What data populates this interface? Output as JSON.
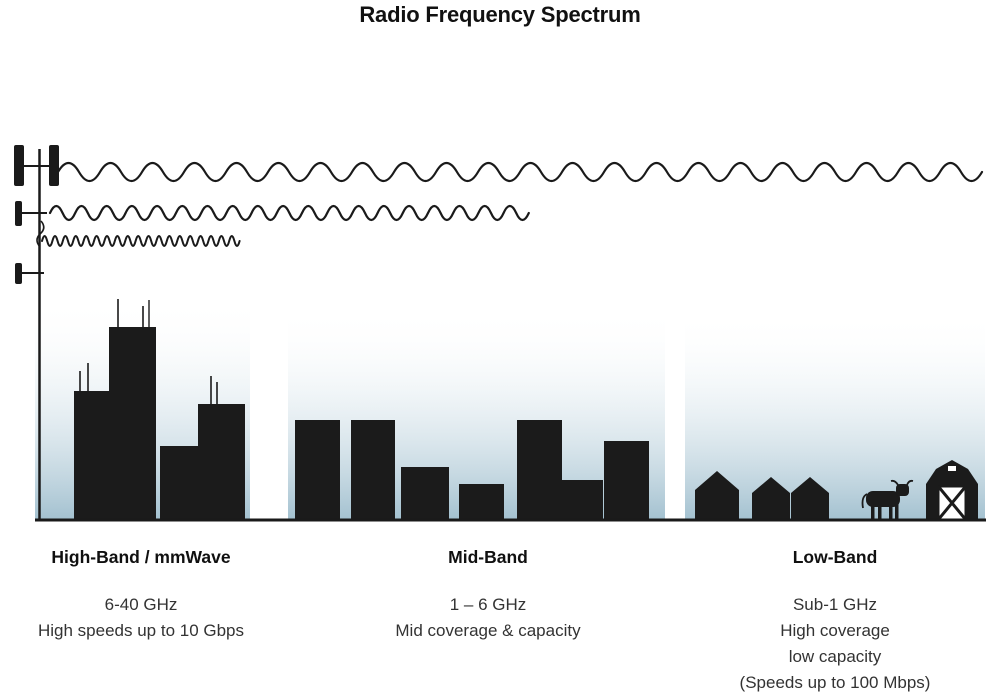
{
  "title": "Radio Frequency Spectrum",
  "bands": [
    {
      "name": "High-Band / mmWave",
      "frequency": "6-40 GHz",
      "lines": [
        "High speeds up to 10 Gbps"
      ]
    },
    {
      "name": "Mid-Band",
      "frequency": "1 – 6 GHz",
      "lines": [
        "Mid coverage & capacity"
      ]
    },
    {
      "name": "Low-Band",
      "frequency": "Sub-1 GHz",
      "lines": [
        "High coverage",
        "low capacity",
        "(Speeds up to 100 Mbps)"
      ]
    }
  ],
  "colors": {
    "ink": "#1a1a1a",
    "sky_bottom": "#a3c1d0"
  }
}
